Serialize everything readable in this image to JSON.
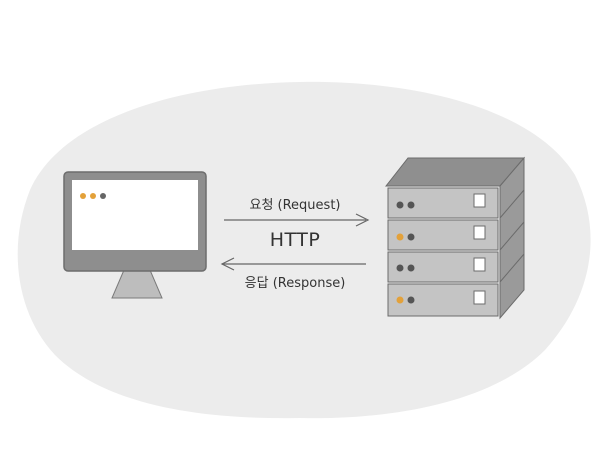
{
  "diagram": {
    "request_label": "요청 (Request)",
    "protocol_label": "HTTP",
    "response_label": "응답 (Response)"
  },
  "nodes": {
    "client": {
      "icon": "desktop-monitor-icon"
    },
    "server": {
      "icon": "server-rack-icon",
      "units": 4
    }
  },
  "colors": {
    "background_blob": "#ececec",
    "screen_frame": "#8e8e8e",
    "screen": "#ffffff",
    "server_body": "#c4c4c4",
    "server_side": "#8f8f8f",
    "indicator_orange": "#e3a13a",
    "indicator_gray": "#555555",
    "arrow": "#666666"
  }
}
